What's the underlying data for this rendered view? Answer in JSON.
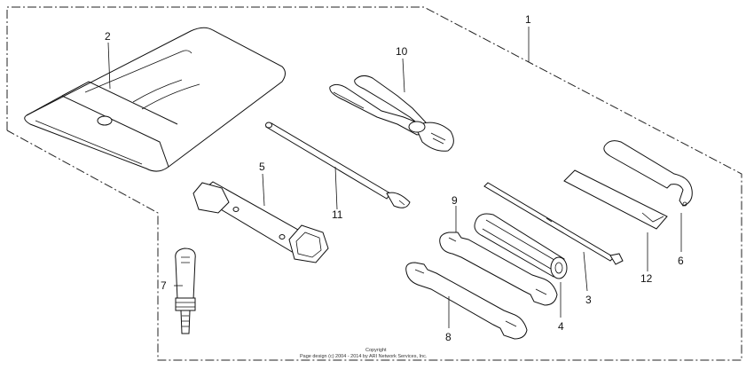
{
  "diagram": {
    "callouts": [
      {
        "id": "1",
        "text": "1"
      },
      {
        "id": "2",
        "text": "2"
      },
      {
        "id": "3",
        "text": "3"
      },
      {
        "id": "4",
        "text": "4"
      },
      {
        "id": "5",
        "text": "5"
      },
      {
        "id": "6",
        "text": "6"
      },
      {
        "id": "7",
        "text": "7"
      },
      {
        "id": "8",
        "text": "8"
      },
      {
        "id": "9",
        "text": "9"
      },
      {
        "id": "10",
        "text": "10"
      },
      {
        "id": "11",
        "text": "11"
      },
      {
        "id": "12",
        "text": "12"
      }
    ],
    "footer": {
      "line1": "Copyright",
      "line2": "Page design (c) 2004 - 2014 by ARI Network Services, Inc."
    }
  }
}
